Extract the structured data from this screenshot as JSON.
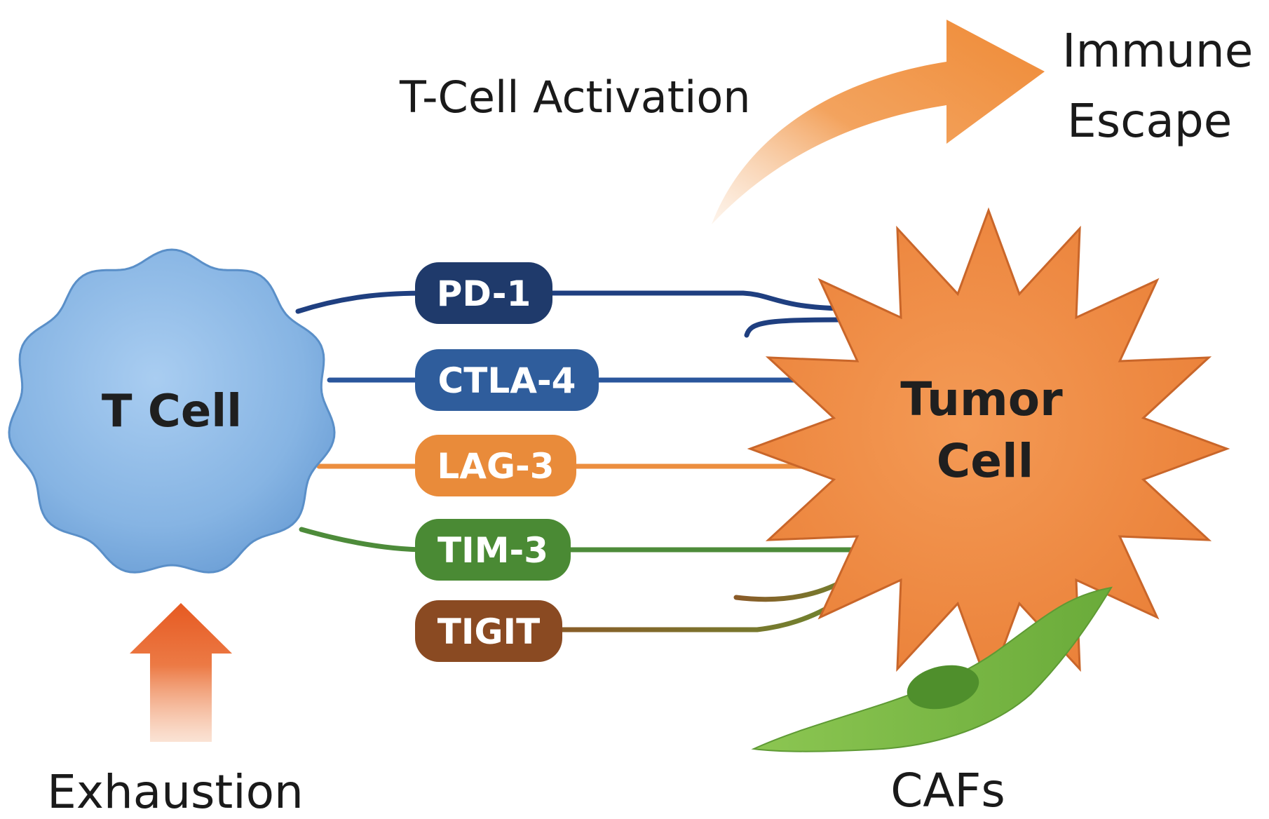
{
  "title": "T-Cell Activation",
  "outcome_label_line1": "Immune",
  "outcome_label_line2": "Escape",
  "t_cell": {
    "label": "T Cell",
    "color": "#8cb8e6"
  },
  "tumor_cell": {
    "label_line1": "Tumor",
    "label_line2": "Cell",
    "color": "#f0904a"
  },
  "exhaustion": {
    "label": "Exhaustion",
    "arrow_color": "#e8602a"
  },
  "cafs": {
    "label": "CAFs",
    "color": "#7ab648"
  },
  "arrow_color": "#f08a38",
  "checkpoints": [
    {
      "label": "PD-1",
      "color": "#1f3a6b",
      "line_color": "#1f3f80"
    },
    {
      "label": "CTLA-4",
      "color": "#2f5d9c",
      "line_color": "#2a569c"
    },
    {
      "label": "LAG-3",
      "color": "#e98b3a",
      "line_color": "#ec8e3f"
    },
    {
      "label": "TIM-3",
      "color": "#4a8a34",
      "line_color": "#4d8b3a"
    },
    {
      "label": "TIGIT",
      "color": "#8a4a22",
      "line_color": "#7a6a30"
    }
  ]
}
